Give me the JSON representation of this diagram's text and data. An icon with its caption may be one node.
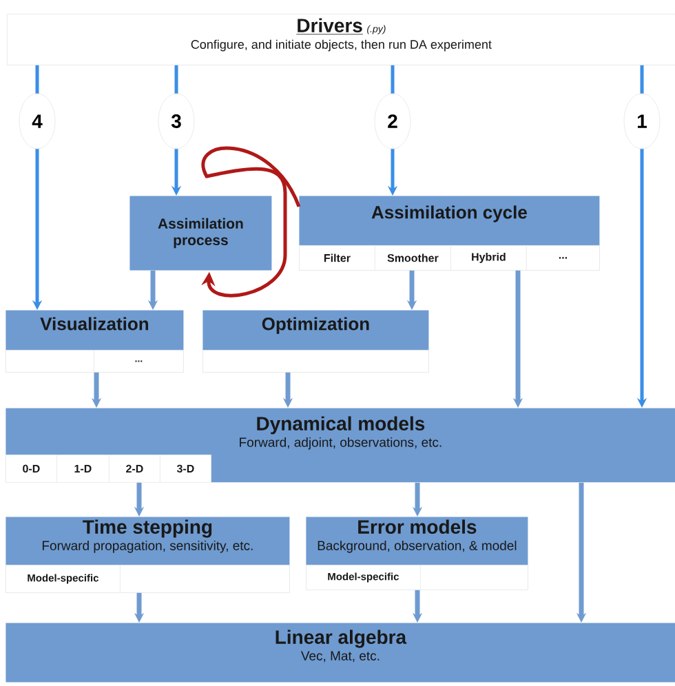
{
  "diagram": {
    "nodes": [
      {
        "text": [
          "Drivers",
          "(.py)",
          "Configure, and initiate objects, then run DA experiment"
        ]
      },
      {
        "text": [
          "Assimilation process"
        ]
      },
      {
        "text": [
          "Assimilation cycle"
        ]
      },
      {
        "text": [
          "Filter"
        ],
        "in": 2
      },
      {
        "text": [
          "Smoother"
        ],
        "in": 2
      },
      {
        "text": [
          "Hybrid"
        ],
        "in": 2
      },
      {
        "text": [
          "..."
        ],
        "in": 2
      },
      {
        "text": [
          "Visualization"
        ]
      },
      {
        "text": [],
        "shape": "box",
        "in": 7
      },
      {
        "text": [
          "..."
        ],
        "in": 7
      },
      {
        "text": [
          "Optimization"
        ]
      },
      {
        "text": [],
        "shape": "box",
        "in": 10
      },
      {
        "text": [
          "Dynamical models",
          "Forward, adjoint, observations, etc."
        ]
      },
      {
        "text": [
          "0-D"
        ],
        "in": 12
      },
      {
        "text": [
          "1-D"
        ],
        "in": 12
      },
      {
        "text": [
          "2-D"
        ],
        "in": 12
      },
      {
        "text": [
          "3-D"
        ],
        "in": 12
      },
      {
        "text": [
          "Time stepping",
          "Forward propagation, sensitivity, etc."
        ]
      },
      {
        "text": [
          "Model-specific"
        ],
        "in": 17
      },
      {
        "text": [],
        "shape": "box",
        "in": 17
      },
      {
        "text": [
          "Error models",
          "Background, observation, & model"
        ]
      },
      {
        "text": [
          "Model-specific"
        ],
        "in": 20
      },
      {
        "text": [],
        "shape": "box",
        "in": 20
      },
      {
        "text": [
          "Linear algebra",
          "Vec, Mat, etc."
        ]
      }
    ],
    "edges": [
      {
        "from": 0,
        "to": 7,
        "arrow": "to",
        "label": "4",
        "color": "#3a8ee6"
      },
      {
        "from": 0,
        "to": 1,
        "arrow": "to",
        "label": "3",
        "color": "#3a8ee6"
      },
      {
        "from": 0,
        "to": 2,
        "arrow": "to",
        "label": "2",
        "color": "#3a8ee6"
      },
      {
        "from": 0,
        "to": 12,
        "arrow": "to",
        "label": "1",
        "color": "#3a8ee6"
      },
      {
        "from": 1,
        "to": 7,
        "arrow": "to"
      },
      {
        "from": 4,
        "to": 10,
        "arrow": "to"
      },
      {
        "from": 7,
        "to": 12,
        "arrow": "to"
      },
      {
        "from": 10,
        "to": 12,
        "arrow": "to"
      },
      {
        "from": 5,
        "to": 12,
        "arrow": "to"
      },
      {
        "from": 12,
        "to": 17,
        "arrow": "to"
      },
      {
        "from": 12,
        "to": 20,
        "arrow": "to"
      },
      {
        "from": 12,
        "to": 23,
        "arrow": "to"
      },
      {
        "from": 17,
        "to": 23,
        "arrow": "to"
      },
      {
        "from": 20,
        "to": 23,
        "arrow": "to"
      },
      {
        "from": 2,
        "to": 1,
        "arrow": "to",
        "color": "#b01818"
      }
    ]
  }
}
